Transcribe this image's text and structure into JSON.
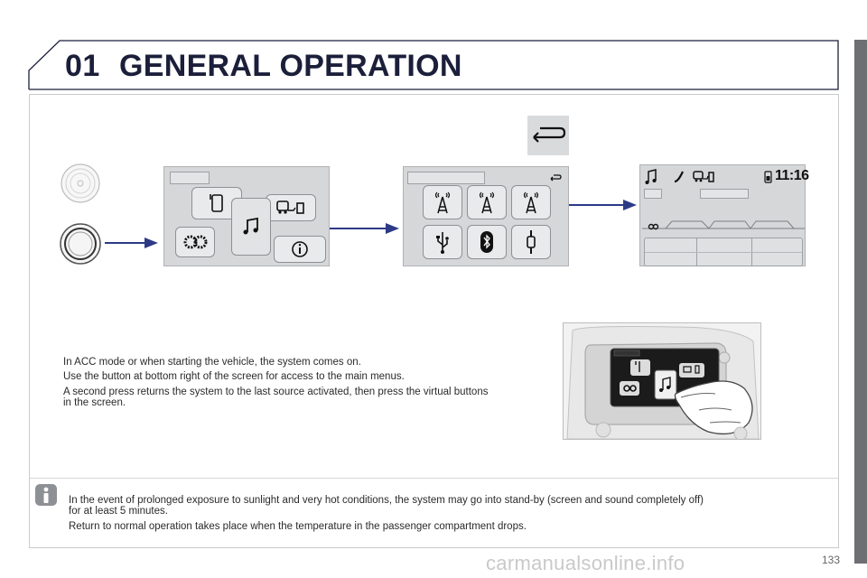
{
  "header": {
    "chapter_number": "01",
    "chapter_title": "GENERAL OPERATION"
  },
  "screen_three": {
    "clock": "11:16"
  },
  "body_text": {
    "line1": "In ACC mode or when starting the vehicle, the system comes on.",
    "line2": "Use the button at bottom right of the screen for access to the main menus.",
    "line3a": "A second press returns the system to the last source activated, then press the virtual buttons",
    "line3b": "in the screen."
  },
  "info_note": {
    "line1": "In the event of prolonged exposure to sunlight and very hot conditions, the system may go into stand-by (screen and sound completely off)",
    "line2": "for at least 5 minutes.",
    "line3": "Return to normal operation takes place when the temperature in the passenger compartment drops."
  },
  "footer": {
    "page_number": "133",
    "watermark": "carmanualsonline.info"
  },
  "colors": {
    "heading": "#1b1f3a",
    "arrow": "#2c3a86",
    "panel": "#d6d7d9",
    "side_tab": "#6d6f73"
  },
  "icons": [
    "back-icon",
    "knob-icon",
    "phone-icon",
    "music-note-icon",
    "car-connect-icon",
    "settings-icon",
    "info-icon",
    "radio-antenna-icon",
    "usb-icon",
    "bluetooth-icon",
    "aux-jack-icon",
    "info-circle-icon"
  ]
}
